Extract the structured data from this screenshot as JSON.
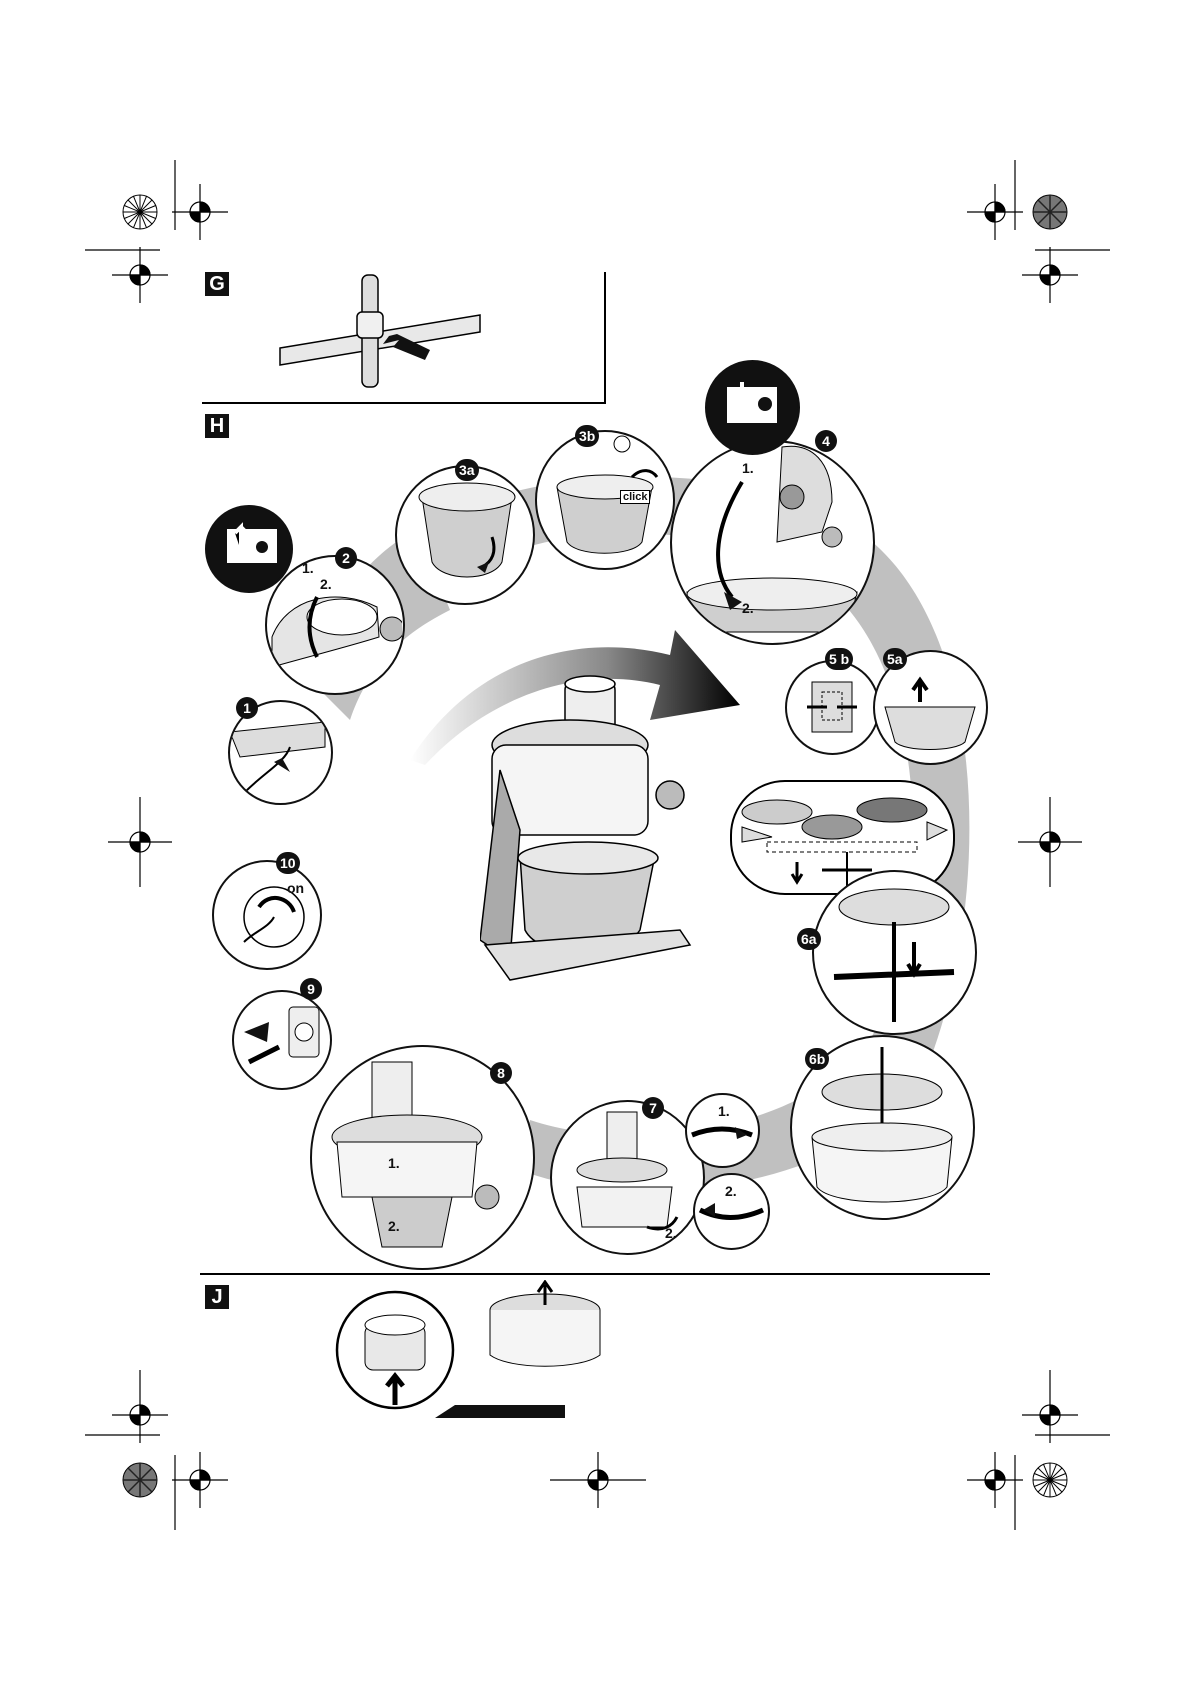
{
  "sections": {
    "g": "G",
    "h": "H",
    "j": "J"
  },
  "steps": {
    "s1": "1",
    "s2": "2",
    "s3a": "3a",
    "s3b": "3b",
    "s4": "4",
    "s5a": "5a",
    "s5b": "5 b",
    "s6a": "6a",
    "s6b": "6b",
    "s7": "7",
    "s8": "8",
    "s9": "9",
    "s10": "10"
  },
  "labels": {
    "click": "click",
    "on": "on",
    "first": "1.",
    "second": "2."
  }
}
